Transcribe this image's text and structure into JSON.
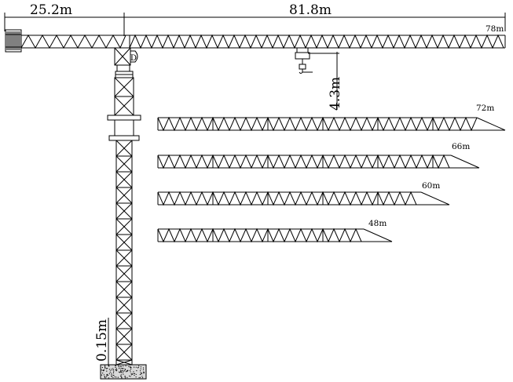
{
  "dimensions": {
    "counter_jib": "25.2m",
    "main_jib": "81.8m",
    "hook_drop": "4.3m",
    "base_height": "0.15m"
  },
  "cab_marker": "D",
  "jib_configurations": [
    {
      "length": "78m"
    },
    {
      "length": "72m"
    },
    {
      "length": "66m"
    },
    {
      "length": "60m"
    },
    {
      "length": "48m"
    }
  ]
}
